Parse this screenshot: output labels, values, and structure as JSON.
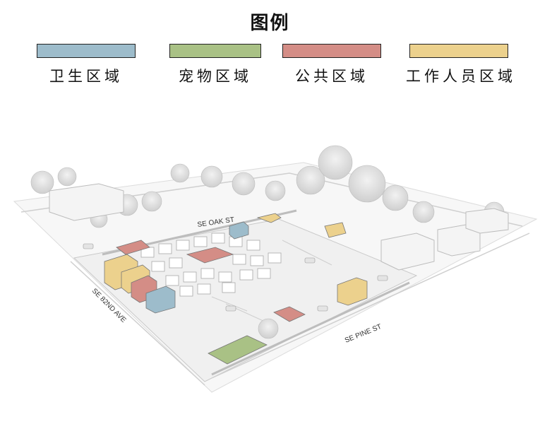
{
  "legend": {
    "title": "图例",
    "items": [
      {
        "label": "卫生区域",
        "color": "#9dbccb"
      },
      {
        "label": "宠物区域",
        "color": "#a9c185"
      },
      {
        "label": "公共区域",
        "color": "#d48d86"
      },
      {
        "label": "工作人员区域",
        "color": "#ecd18d"
      }
    ]
  },
  "streets": {
    "oak": "SE OAK ST",
    "avenue": "SE 82ND AVE",
    "pine": "SE PINE ST"
  }
}
